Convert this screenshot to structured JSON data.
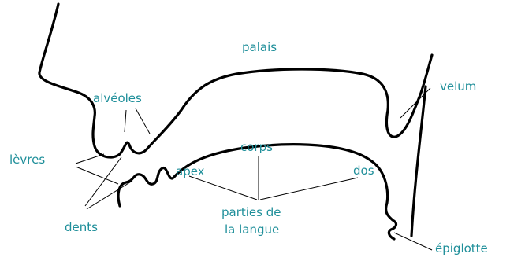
{
  "labels": {
    "palais": "palais",
    "velum": "velum",
    "alveoles": "alvéoles",
    "levres": "lèvres",
    "corps": "corps",
    "apex": "apex",
    "dos": "dos",
    "dents": "dents",
    "parties_line1": "parties de",
    "parties_line2": "la langue",
    "epiglotte": "épiglotte"
  },
  "colors": {
    "label": "#1f8f9a",
    "outline": "#000000"
  }
}
